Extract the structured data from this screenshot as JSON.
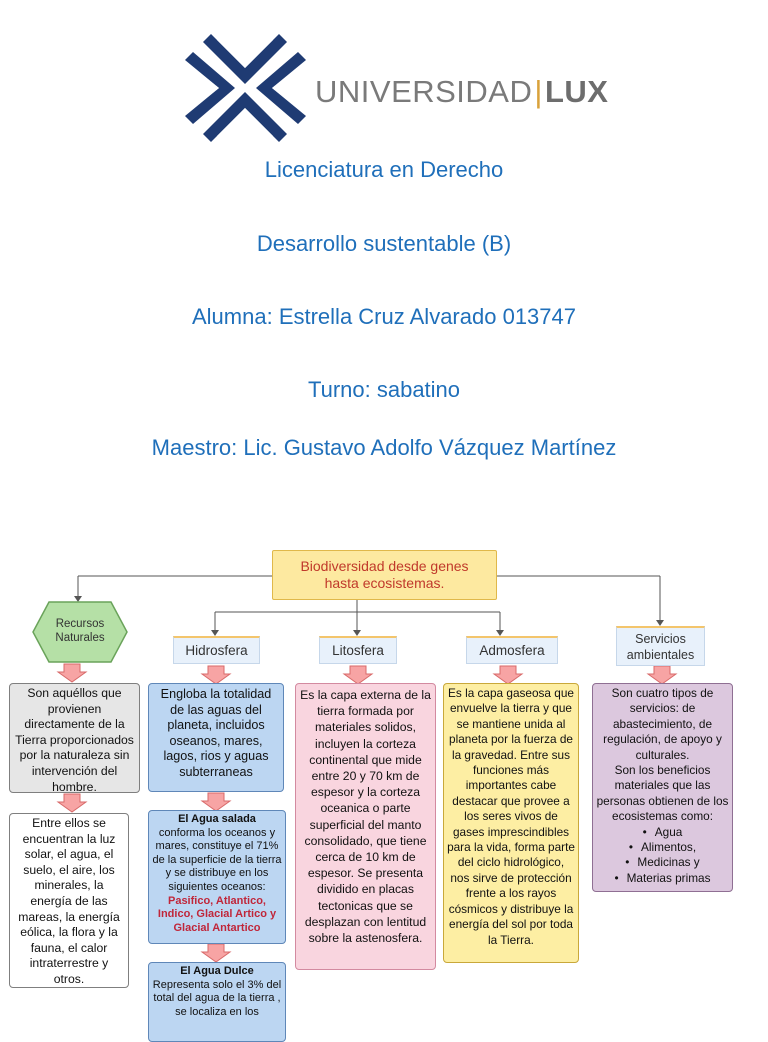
{
  "logo": {
    "name": "UNIVERSIDAD",
    "suffix": "LUX",
    "colors": {
      "navy": "#1f3b73",
      "grey": "#7a7a7a",
      "gold": "#d9a23b"
    }
  },
  "header": {
    "degree": "Licenciatura en Derecho",
    "course": "Desarrollo sustentable (B)",
    "student": "Alumna: Estrella Cruz Alvarado 013747",
    "shift": "Turno: sabatino",
    "teacher": "Maestro: Lic. Gustavo Adolfo Vázquez Martínez"
  },
  "map": {
    "title_line1": "Biodiversidad desde genes",
    "title_line2": "hasta ecosistemas.",
    "recursos": {
      "label_line1": "Recursos",
      "label_line2": "Naturales",
      "definition": "Son aquéllos que provienen directamente de la Tierra proporcionados por la naturaleza sin intervención del hombre.",
      "examples": "Entre ellos se encuentran la luz solar, el agua, el suelo, el aire, los minerales, la energía de las mareas, la energía eólica, la flora y la fauna, el calor intraterrestre y otros."
    },
    "hidrosfera": {
      "label": "Hidrosfera",
      "definition": "Engloba la totalidad de las aguas del planeta, incluidos oseanos, mares, lagos, rios y aguas subterraneas",
      "salada_title": "El Agua salada",
      "salada_text": "conforma los oceanos y mares, constituye el 71% de la superficie de la tierra y se distribuye en los siguientes oceanos:",
      "salada_oceans": "Pasifico, Atlantico, Indico, Glacial Artico y Glacial Antartico",
      "dulce_title": "El Agua Dulce",
      "dulce_text": "Representa solo el 3% del total del agua de la tierra , se localiza en los"
    },
    "litosfera": {
      "label": "Litosfera",
      "definition": "Es la capa externa de la tierra formada por materiales solidos, incluyen la corteza continental que mide entre 20 y 70 km de espesor y la corteza oceanica o parte superficial del manto consolidado, que tiene cerca de 10 km de espesor. Se presenta dividido en placas tectonicas que se desplazan con lentitud sobre la astenosfera."
    },
    "admosfera": {
      "label": "Admosfera",
      "definition": "Es la capa gaseosa que envuelve la tierra y que se mantiene unida al planeta por la fuerza de la gravedad. Entre sus funciones más importantes cabe destacar que provee a los seres vivos de gases imprescindibles para la vida, forma parte del ciclo hidrológico, nos sirve de protección frente a los rayos cósmicos y distribuye la energía del sol por toda la Tierra."
    },
    "servicios": {
      "label_line1": "Servicios",
      "label_line2": "ambientales",
      "definition": "Son cuatro tipos de servicios: de abastecimiento, de regulación, de apoyo y culturales.",
      "benefits": "Son los beneficios materiales que las personas obtienen de los ecosistemas como:",
      "items": [
        "Agua",
        "Alimentos,",
        "Medicinas y",
        "Materias primas"
      ]
    }
  }
}
